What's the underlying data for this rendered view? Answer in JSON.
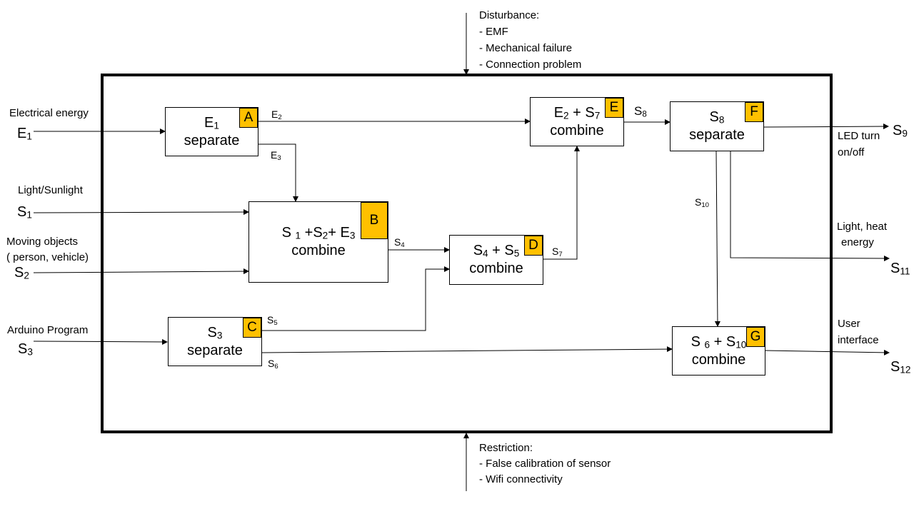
{
  "colors": {
    "badge": "#FFC000",
    "line": "#000000",
    "frame": "#000000"
  },
  "disturbance": {
    "title": "Disturbance:",
    "items": [
      "- EMF",
      "- Mechanical failure",
      "- Connection problem"
    ]
  },
  "restriction": {
    "title": "Restriction:",
    "items": [
      "- False calibration of sensor",
      "- Wifi connectivity"
    ]
  },
  "inputs": {
    "e1": {
      "label": "Electrical energy",
      "sym": "E",
      "sub": "1"
    },
    "s1": {
      "label": "Light/Sunlight",
      "sym": "S",
      "sub": "1"
    },
    "s2": {
      "label1": "Moving objects",
      "label2": "( person, vehicle)",
      "sym": "S",
      "sub": "2"
    },
    "s3": {
      "label": "Arduino Program",
      "sym": "S",
      "sub": "3"
    }
  },
  "outputs": {
    "s9": {
      "label1": "LED turn",
      "label2": "on/off",
      "sym": "S",
      "sub": "9"
    },
    "s11": {
      "label1": "Light, heat",
      "label2": "energy",
      "sym": "S",
      "sub": "11"
    },
    "s12": {
      "label1": "User",
      "label2": "interface",
      "sym": "S",
      "sub": "12"
    }
  },
  "internal": {
    "e2": {
      "sym": "E",
      "sub": "2"
    },
    "e3": {
      "sym": "E",
      "sub": "3"
    },
    "s4": {
      "sym": "S",
      "sub": "4"
    },
    "s5": {
      "sym": "S",
      "sub": "5"
    },
    "s6": {
      "sym": "S",
      "sub": "6"
    },
    "s7": {
      "sym": "S",
      "sub": "7"
    },
    "s8": {
      "sym": "S",
      "sub": "8"
    },
    "s10": {
      "sym": "S",
      "sub": "10"
    }
  },
  "blocks": {
    "a": {
      "letter": "A",
      "t1": "E",
      "s1": "1",
      "action": "separate"
    },
    "b": {
      "letter": "B",
      "t1": "S ",
      "s1": "1",
      "t2": " +S",
      "s2": "2",
      "t3": "+ E",
      "s3": "3",
      "action": "combine"
    },
    "c": {
      "letter": "C",
      "t1": "S",
      "s1": "3",
      "action": "separate"
    },
    "d": {
      "letter": "D",
      "t1": "S",
      "s1": "4",
      "t2": " + S",
      "s2": "5",
      "action": "combine"
    },
    "e": {
      "letter": "E",
      "t1": "E",
      "s1": "2",
      "t2": " + S",
      "s2": "7",
      "action": "combine"
    },
    "f": {
      "letter": "F",
      "t1": "S",
      "s1": "8",
      "action": "separate"
    },
    "g": {
      "letter": "G",
      "t1": "S ",
      "s1": "6",
      "t2": " + S",
      "s2": "10",
      "action": "combine"
    }
  }
}
